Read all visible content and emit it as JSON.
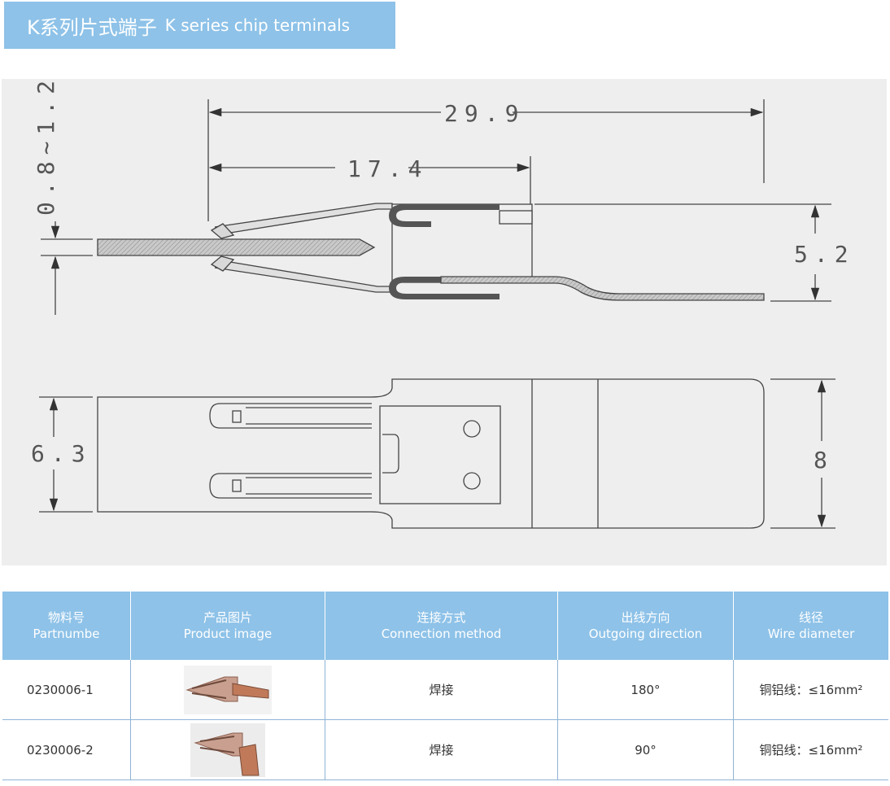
{
  "title": {
    "cn": "K系列片式端子",
    "en": "K series chip terminals"
  },
  "drawing": {
    "dimensions": {
      "overall_length": "29.9",
      "insertion_length": "17.4",
      "thickness_range": "0.8~1.2",
      "height": "5.2",
      "inner_width": "6.3",
      "outer_width": "8"
    }
  },
  "table": {
    "headers": [
      {
        "cn": "物料号",
        "en": "Partnumbe"
      },
      {
        "cn": "产品图片",
        "en": "Product image"
      },
      {
        "cn": "连接方式",
        "en": "Connection method"
      },
      {
        "cn": "出线方向",
        "en": "Outgoing direction"
      },
      {
        "cn": "线径",
        "en": "Wire diameter"
      }
    ],
    "rows": [
      {
        "part": "0230006-1",
        "image": "terminal-180-photo",
        "connection": "焊接",
        "direction": "180°",
        "wire": "铜铝线：≤16mm²"
      },
      {
        "part": "0230006-2",
        "image": "terminal-90-photo",
        "connection": "焊接",
        "direction": "90°",
        "wire": "铜铝线：≤16mm²"
      }
    ]
  }
}
